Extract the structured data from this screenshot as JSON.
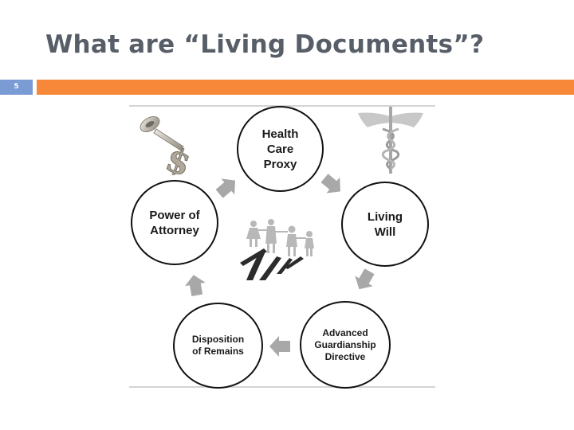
{
  "slide": {
    "title": "What are “Living Documents”?",
    "number": "5",
    "colors": {
      "accent_bar": "#f7883a",
      "number_box": "#7a9bd4",
      "title_text": "#575e68"
    }
  },
  "diagram": {
    "type": "cycle",
    "nodes": [
      {
        "id": "health-care-proxy",
        "label": "Health\nCare\nProxy"
      },
      {
        "id": "living-will",
        "label": "Living\nWill"
      },
      {
        "id": "advanced-guardianship-directive",
        "label": "Advanced\nGuardianship\nDirective"
      },
      {
        "id": "disposition-of-remains",
        "label": "Disposition\nof Remains"
      },
      {
        "id": "power-of-attorney",
        "label": "Power of\nAttorney"
      }
    ],
    "images": {
      "top_left": "key-with-dollar-sign-icon",
      "top_right": "caduceus-icon",
      "center": "paper-chain-family-icon"
    }
  }
}
